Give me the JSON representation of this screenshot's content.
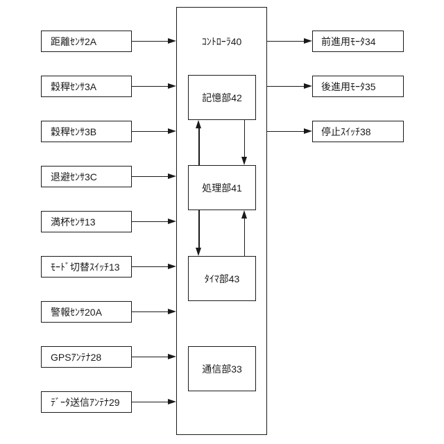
{
  "diagram": {
    "type": "patent-block-diagram",
    "colors": {
      "line": "#1a1a1a",
      "background": "#ffffff",
      "box_fill": "#ffffff"
    },
    "controller": {
      "title": "ｺﾝﾄﾛｰﾗ40",
      "blocks": [
        {
          "label": "記憶部42"
        },
        {
          "label": "処理部41"
        },
        {
          "label": "ﾀｲﾏ部43"
        },
        {
          "label": "通信部33"
        }
      ]
    },
    "inputs": [
      {
        "label": "距離ｾﾝｻ2A"
      },
      {
        "label": "穀稈ｾﾝｻ3A"
      },
      {
        "label": "穀稈ｾﾝｻ3B"
      },
      {
        "label": "退避ｾﾝｻ3C"
      },
      {
        "label": "満杯ｾﾝｻ13"
      },
      {
        "label": "ﾓｰﾄﾞ切替ｽｲｯﾁ13"
      },
      {
        "label": "警報ｾﾝｻ20A"
      },
      {
        "label": "GPSｱﾝﾃﾅ28"
      },
      {
        "label": "ﾃﾞｰﾀ送信ｱﾝﾃﾅ29"
      }
    ],
    "outputs": [
      {
        "label": "前進用ﾓｰﾀ34"
      },
      {
        "label": "後進用ﾓｰﾀ35"
      },
      {
        "label": "停止ｽｲｯﾁ38"
      }
    ],
    "internal_connections": [
      {
        "from": "処理部41",
        "to": "記憶部42"
      },
      {
        "from": "記憶部42",
        "to": "処理部41"
      },
      {
        "from": "処理部41",
        "to": "ﾀｲﾏ部43"
      },
      {
        "from": "ﾀｲﾏ部43",
        "to": "処理部41"
      }
    ],
    "external_connections": [
      {
        "from": "inputs",
        "to": "ｺﾝﾄﾛｰﾗ40"
      },
      {
        "from": "ｺﾝﾄﾛｰﾗ40",
        "to": "outputs"
      }
    ]
  }
}
